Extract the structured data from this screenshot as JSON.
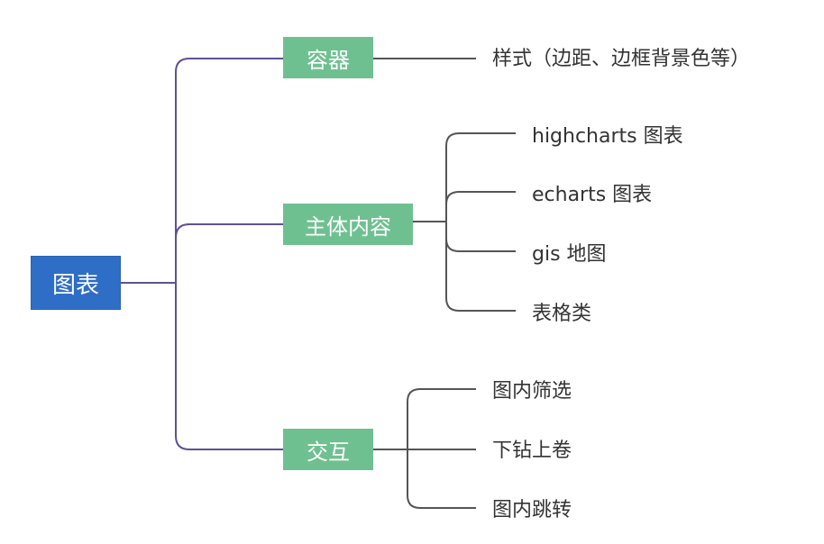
{
  "diagram": {
    "root": {
      "label": "图表"
    },
    "containers": {
      "label": "容器",
      "children": [
        "样式（边距、边框背景色等）"
      ]
    },
    "main_content": {
      "label": "主体内容",
      "children": [
        "highcharts 图表",
        "echarts 图表",
        "gis 地图",
        "表格类"
      ]
    },
    "interaction": {
      "label": "交互",
      "children": [
        "图内筛选",
        "下钻上卷",
        "图内跳转"
      ]
    }
  },
  "colors": {
    "root_fill": "#2e6ec6",
    "category_fill": "#6fc090",
    "primary_connector": "#5b5296",
    "secondary_connector": "#555555",
    "leaf_text": "#333333"
  }
}
